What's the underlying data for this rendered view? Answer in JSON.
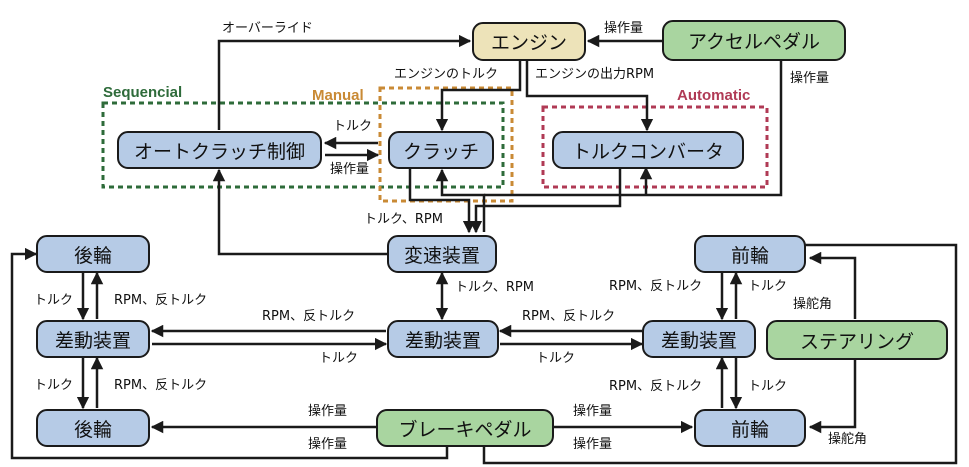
{
  "nodes": {
    "engine": "エンジン",
    "accel": "アクセルペダル",
    "autoclutch": "オートクラッチ制御",
    "clutch": "クラッチ",
    "torqueconv": "トルクコンバータ",
    "transmission": "変速装置",
    "rear_wheel_top": "後輪",
    "rear_diff": "差動装置",
    "rear_wheel_bottom": "後輪",
    "center_diff": "差動装置",
    "front_wheel_top": "前輪",
    "front_diff": "差動装置",
    "front_wheel_bottom": "前輪",
    "steering": "ステアリング",
    "brake": "ブレーキペダル"
  },
  "groups": {
    "sequencial": "Sequencial",
    "manual": "Manual",
    "automatic": "Automatic"
  },
  "labels": {
    "override": "オーバーライド",
    "accel_op": "操作量",
    "accel_op_right": "操作量",
    "engine_torque": "エンジンのトルク",
    "engine_rpm": "エンジンの出力RPM",
    "ac_torque": "トルク",
    "ac_op": "操作量",
    "clutch_out": "トルク、RPM",
    "trans_center": "トルク、RPM",
    "rear_top_torque": "トルク",
    "rear_top_rpm": "RPM、反トルク",
    "rear_bot_torque": "トルク",
    "rear_bot_rpm": "RPM、反トルク",
    "center_rear_rpm": "RPM、反トルク",
    "center_rear_torque": "トルク",
    "center_front_rpm": "RPM、反トルク",
    "center_front_torque": "トルク",
    "front_top_rpm": "RPM、反トルク",
    "front_top_torque": "トルク",
    "front_bot_rpm": "RPM、反トルク",
    "front_bot_torque": "トルク",
    "steer_top": "操舵角",
    "steer_bottom": "操舵角",
    "brake_rear_1": "操作量",
    "brake_rear_2": "操作量",
    "brake_front_1": "操作量",
    "brake_front_2": "操作量"
  },
  "colors": {
    "node_blue": "#b6cbe6",
    "node_green": "#a9d5a0",
    "node_yellow": "#ede3b9",
    "sequencial": "#2e6b3a",
    "manual": "#c98a35",
    "automatic": "#b03a55"
  }
}
